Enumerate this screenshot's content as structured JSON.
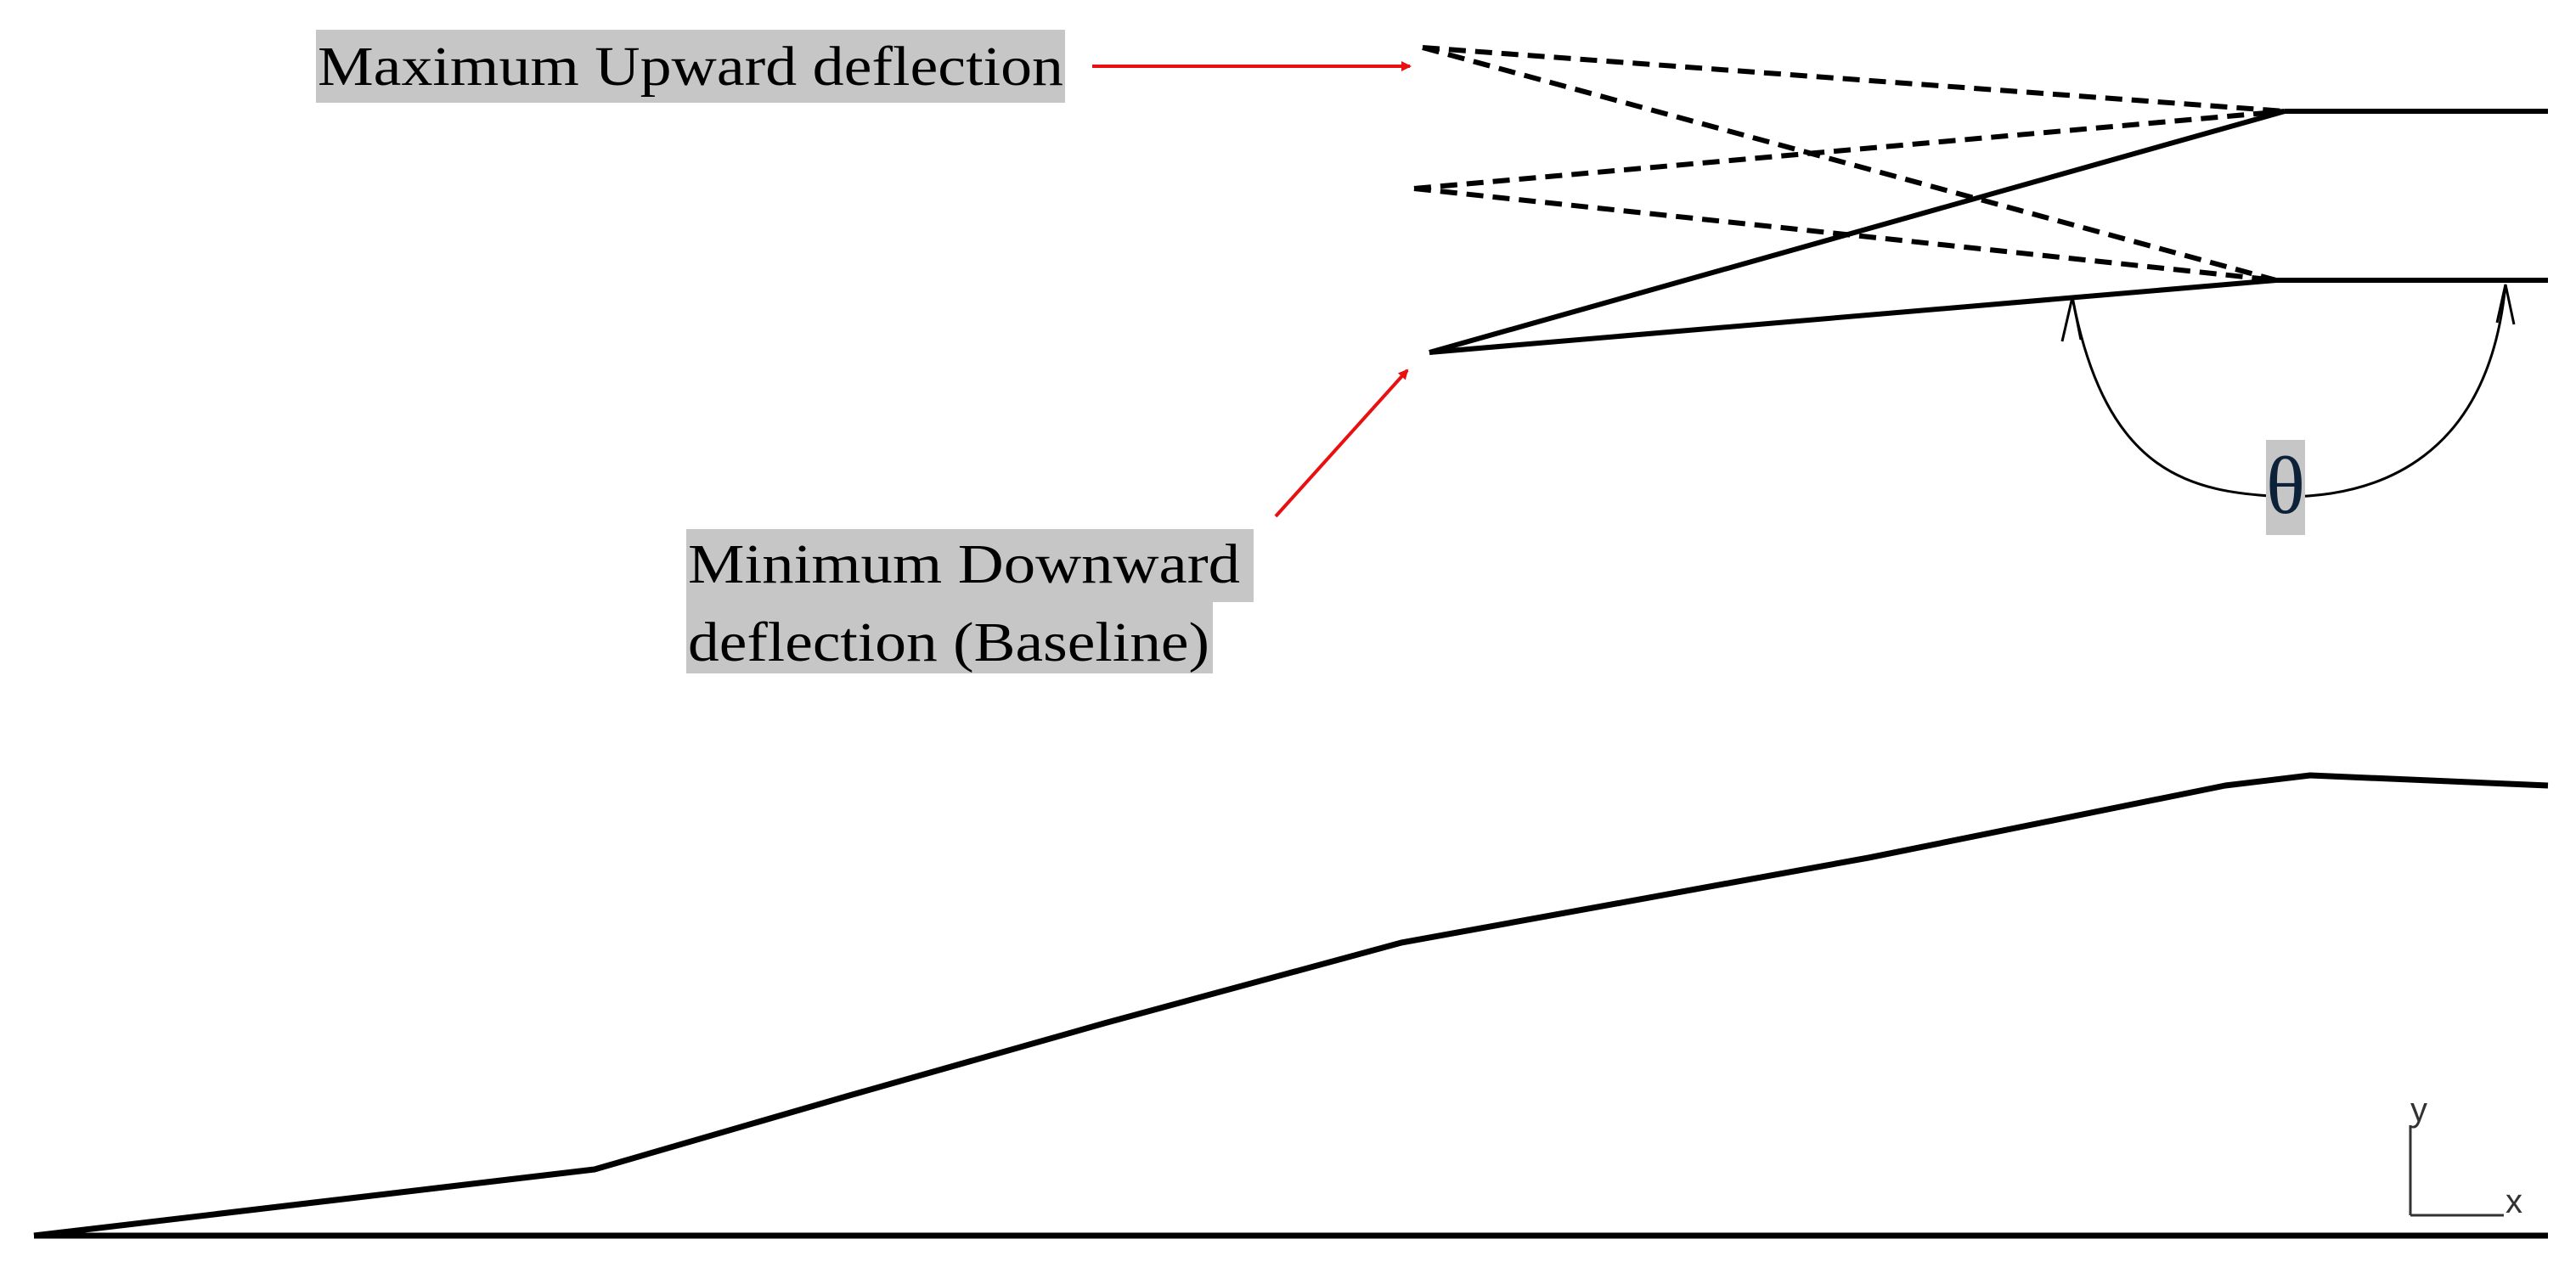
{
  "labels": {
    "max_upward": "Maximum  Upward deflection",
    "min_downward_line1": "Minimum Downward",
    "min_downward_line2": "deflection (Baseline)",
    "angle_symbol": "θ"
  },
  "axes": {
    "x_label": "x",
    "y_label": "y"
  },
  "colors": {
    "line": "#000000",
    "arrow": "#e81010",
    "label_background": "#c6c6c6",
    "theta": "#0d2238"
  }
}
